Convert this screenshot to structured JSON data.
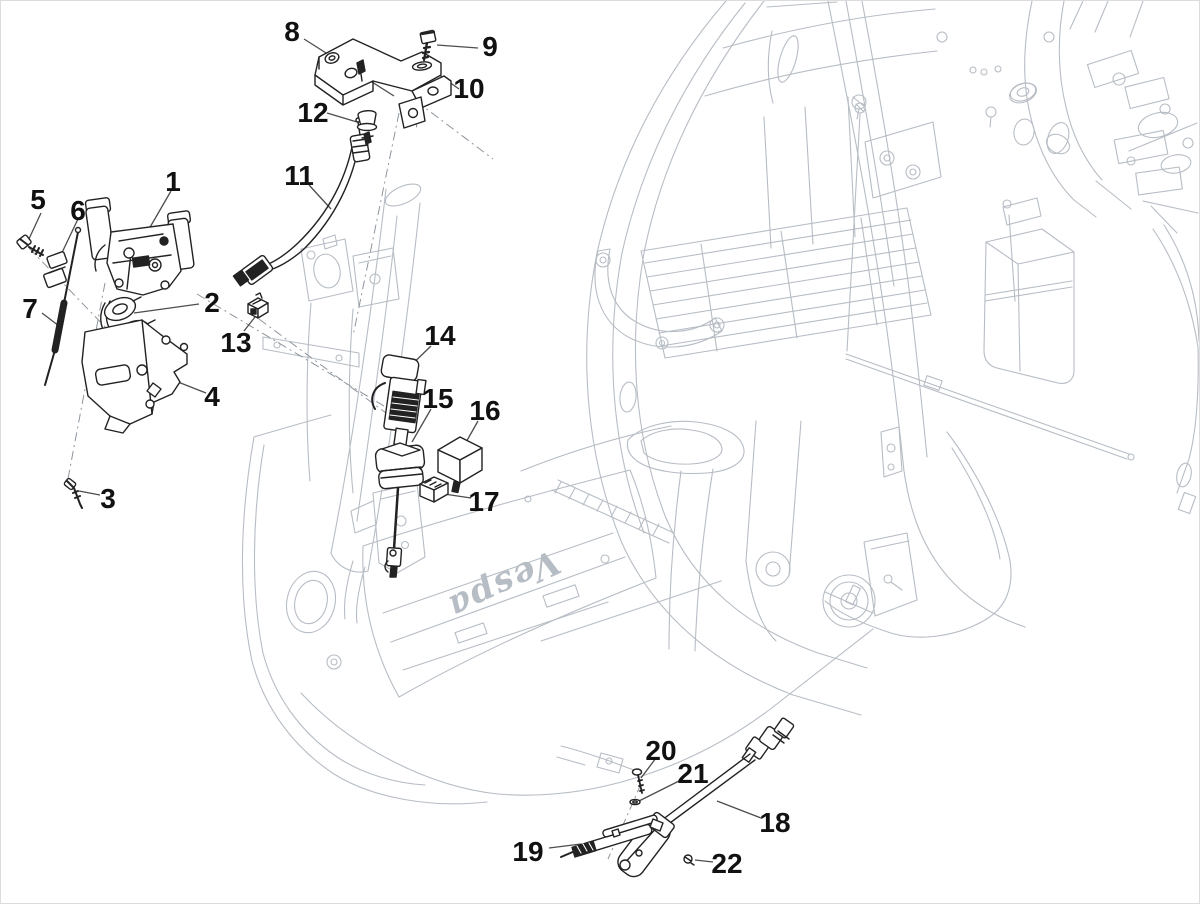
{
  "diagram": {
    "type": "exploded-parts-diagram",
    "subject": "scooter frame with lock and electrical components",
    "background_color": "#ffffff",
    "colors": {
      "frame_line": "#b7bdc5",
      "construction_line": "#8e959d",
      "part_line": "#222222",
      "leader_line": "#4d4d4d",
      "label_text": "#111111"
    },
    "brand_script": "Vespa",
    "callouts": [
      {
        "label": "1"
      },
      {
        "label": "2"
      },
      {
        "label": "3"
      },
      {
        "label": "4"
      },
      {
        "label": "5"
      },
      {
        "label": "6"
      },
      {
        "label": "7"
      },
      {
        "label": "8"
      },
      {
        "label": "9"
      },
      {
        "label": "10"
      },
      {
        "label": "11"
      },
      {
        "label": "12"
      },
      {
        "label": "13"
      },
      {
        "label": "14"
      },
      {
        "label": "15"
      },
      {
        "label": "16"
      },
      {
        "label": "17"
      },
      {
        "label": "18"
      },
      {
        "label": "19"
      },
      {
        "label": "20"
      },
      {
        "label": "21"
      },
      {
        "label": "22"
      }
    ]
  }
}
